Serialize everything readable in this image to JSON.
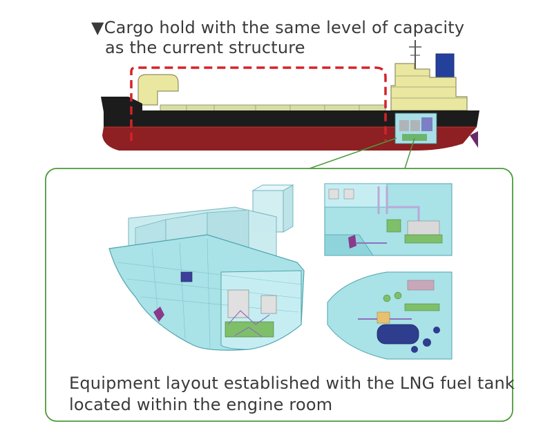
{
  "captions": {
    "cargo_hold_line1": "▼Cargo hold with the same level of capacity",
    "cargo_hold_line2": "as the current structure",
    "equipment_line1": "Equipment layout established with the LNG fuel tank",
    "equipment_line2": "located within the engine room"
  },
  "colors": {
    "callout_red": "#d4232a",
    "detail_frame_green": "#4a9a3a",
    "hull_red": "#8e1f22",
    "hull_black": "#1c1c1c",
    "deck_yellow": "#e9e7a0",
    "hull_cyan": "#9fdde2",
    "fuel_tank_blue": "#2e3d8e"
  }
}
